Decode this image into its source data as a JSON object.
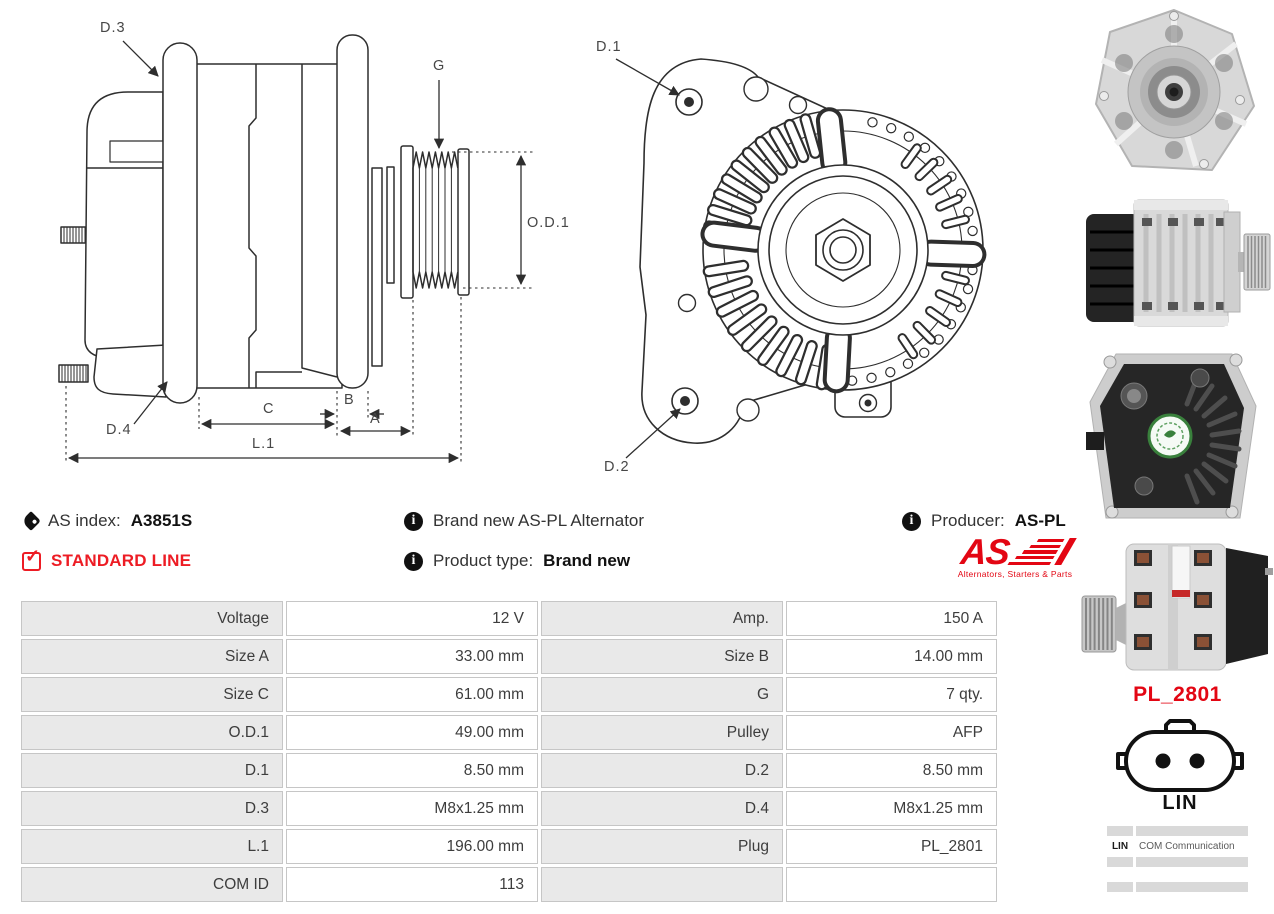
{
  "colors": {
    "accent_red": "#e30613",
    "badge_red": "#ed1c24",
    "drawing_ink": "#2e2e2e",
    "table_label_bg": "#e9e9e9",
    "table_border": "#c6c6c6",
    "table_text": "#3d3d3d"
  },
  "side_diagram": {
    "labels": {
      "d3": "D.3",
      "g": "G",
      "od1": "O.D.1",
      "d4": "D.4",
      "c": "C",
      "b": "B",
      "a": "A",
      "l1": "L.1"
    }
  },
  "front_diagram": {
    "labels": {
      "d1": "D.1",
      "d2": "D.2"
    }
  },
  "photos": [
    "alternator-front-view-photo",
    "alternator-side-view-pulley-right-photo",
    "alternator-rear-view-photo",
    "alternator-side-view-pulley-left-photo"
  ],
  "info": {
    "as_index": {
      "label": "AS index:",
      "value": "A3851S"
    },
    "line_badge": "STANDARD LINE",
    "brand": "Brand new AS-PL Alternator",
    "product_type": {
      "label": "Product type:",
      "value": "Brand new"
    },
    "producer": {
      "label": "Producer:",
      "value": "AS-PL"
    },
    "logo": {
      "text": "AS",
      "tagline": "Alternators, Starters & Parts"
    }
  },
  "spec_table": {
    "rows": [
      {
        "l_label": "Voltage",
        "l_value": "12 V",
        "r_label": "Amp.",
        "r_value": "150 A"
      },
      {
        "l_label": "Size A",
        "l_value": "33.00 mm",
        "r_label": "Size B",
        "r_value": "14.00 mm"
      },
      {
        "l_label": "Size C",
        "l_value": "61.00 mm",
        "r_label": "G",
        "r_value": "7 qty."
      },
      {
        "l_label": "O.D.1",
        "l_value": "49.00 mm",
        "r_label": "Pulley",
        "r_value": "AFP"
      },
      {
        "l_label": "D.1",
        "l_value": "8.50 mm",
        "r_label": "D.2",
        "r_value": "8.50 mm"
      },
      {
        "l_label": "D.3",
        "l_value": "M8x1.25 mm",
        "r_label": "D.4",
        "r_value": "M8x1.25 mm"
      },
      {
        "l_label": "L.1",
        "l_value": "196.00 mm",
        "r_label": "Plug",
        "r_value": "PL_2801"
      },
      {
        "l_label": "COM ID",
        "l_value": "113",
        "r_label": "",
        "r_value": ""
      }
    ]
  },
  "plug": {
    "title": "PL_2801",
    "connector_label": "LIN",
    "pins": [
      {
        "pin": "LIN",
        "description": "COM Communication"
      }
    ]
  }
}
